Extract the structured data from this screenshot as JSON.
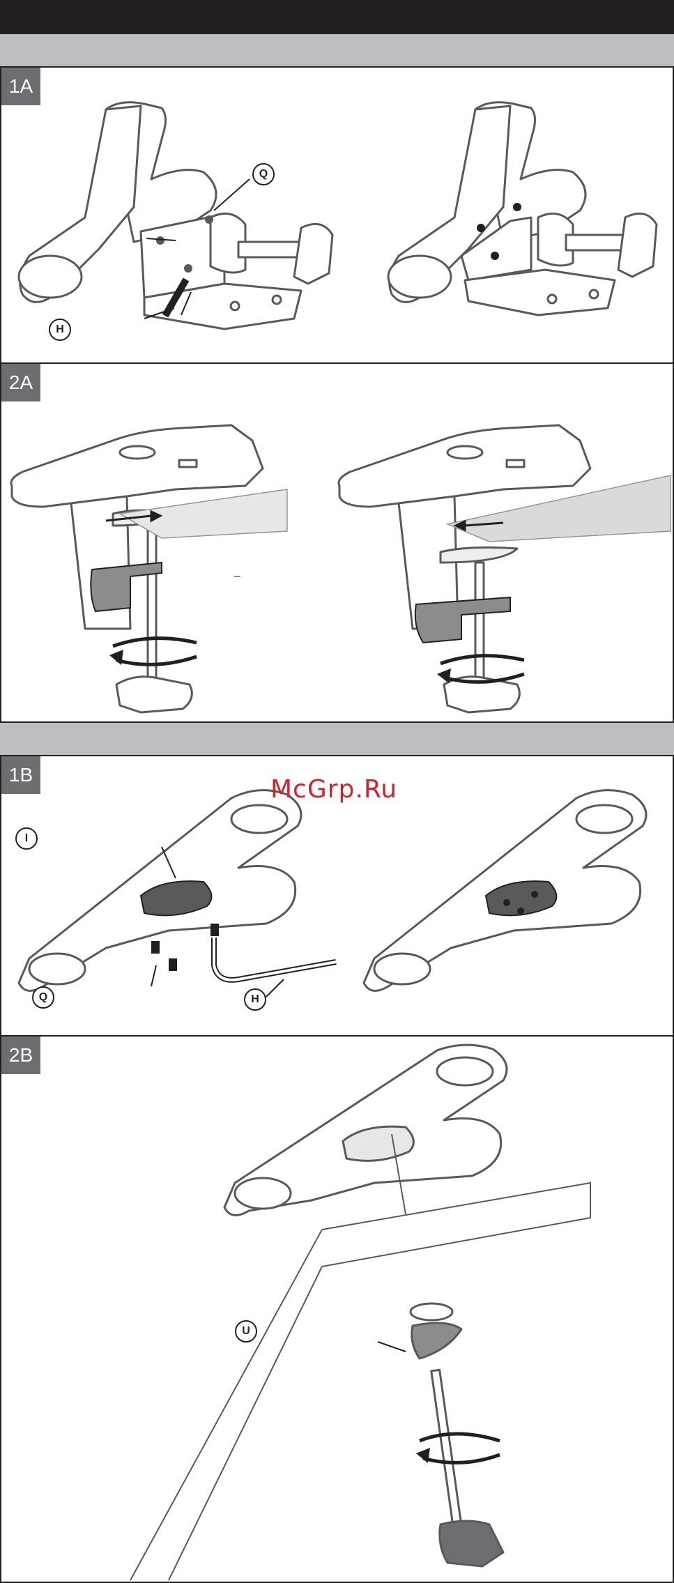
{
  "steps": {
    "s1a": "1A",
    "s2a": "2A",
    "s1b": "1B",
    "s2b": "2B"
  },
  "callouts": {
    "q_1a": "Q",
    "h_1a": "H",
    "i_1b": "I",
    "q_1b": "Q",
    "h_1b": "H",
    "u_2b": "U"
  },
  "watermark": "McGrp.Ru",
  "misc": {
    "dash": "–"
  },
  "colors": {
    "header": "#231f20",
    "band": "#bcbdc0",
    "tag": "#6d6e71",
    "watermark": "#d2232a",
    "part_dark": "#58595b"
  }
}
